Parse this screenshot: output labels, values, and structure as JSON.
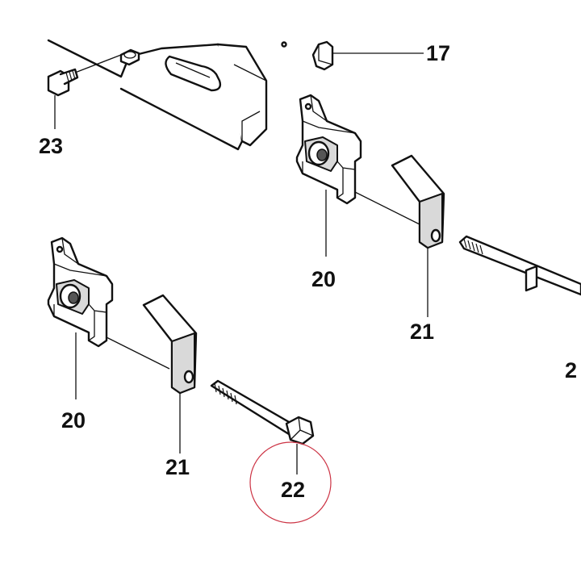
{
  "callouts": {
    "c17": "17",
    "c23": "23",
    "c20_upper": "20",
    "c21_upper": "21",
    "c20_lower": "20",
    "c21_lower": "21",
    "c22": "22",
    "c_edge": "2"
  },
  "colors": {
    "line": "#111111",
    "highlight_circle": "#cc3344",
    "shade": "#d9d9d9",
    "background": "#ffffff"
  }
}
